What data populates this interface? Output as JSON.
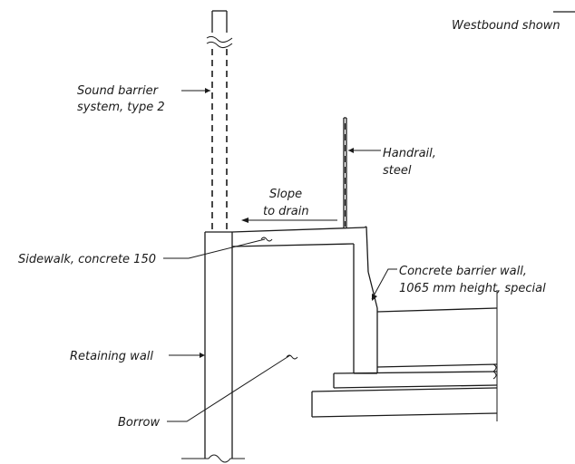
{
  "header": {
    "corner_mark": "",
    "note": "Westbound shown"
  },
  "labels": {
    "sound_barrier_line1": "Sound barrier",
    "sound_barrier_line2": "system, type 2",
    "handrail_line1": "Handrail,",
    "handrail_line2": "steel",
    "slope_line1": "Slope",
    "slope_line2": "to drain",
    "sidewalk": "Sidewalk, concrete 150",
    "barrier_wall_line1": "Concrete barrier wall,",
    "barrier_wall_line2": "1065 mm height, special",
    "retaining_wall": "Retaining wall",
    "borrow": "Borrow"
  }
}
